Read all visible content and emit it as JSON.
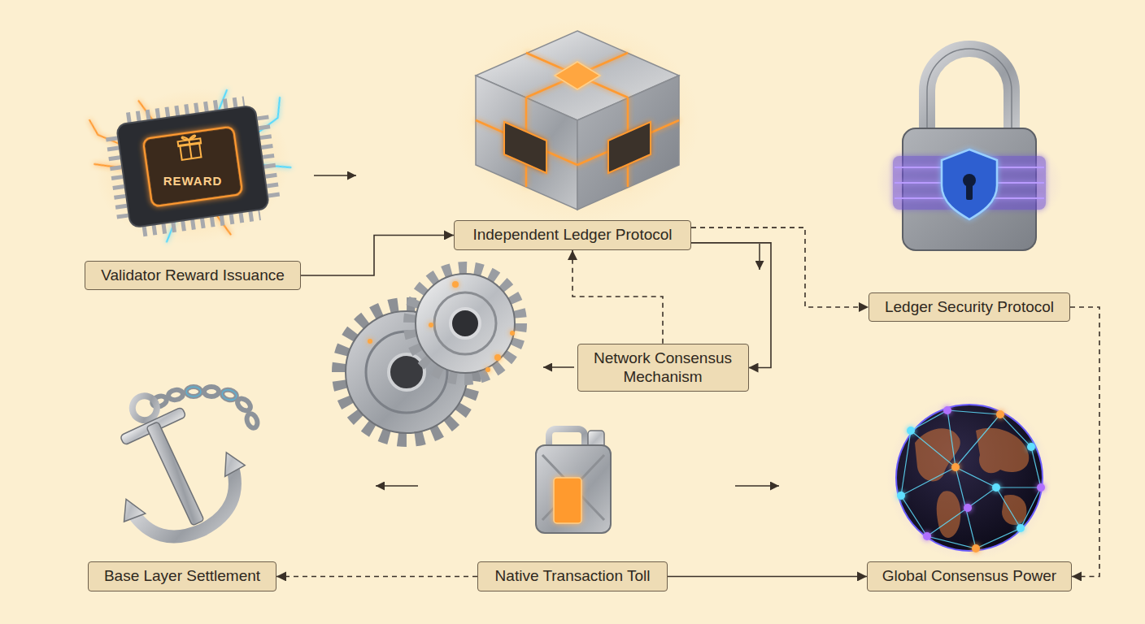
{
  "diagram": {
    "nodes": [
      {
        "text": [
          "Validator Reward Issuance"
        ]
      },
      {
        "text": [
          "Independent Ledger Protocol"
        ]
      },
      {
        "text": [
          "Ledger Security Protocol"
        ]
      },
      {
        "text": [
          "Network Consensus Mechanism"
        ]
      },
      {
        "text": [
          "Base Layer Settlement"
        ]
      },
      {
        "text": [
          "Native Transaction Toll"
        ]
      },
      {
        "text": [
          "Global Consensus Power"
        ]
      }
    ],
    "edges": [
      {
        "from": 0,
        "to": 1,
        "arrow": "to"
      },
      {
        "from": 1,
        "to": 2,
        "arrow": "to"
      },
      {
        "from": 1,
        "to": 3,
        "arrow": "to"
      },
      {
        "from": 3,
        "to": 1,
        "arrow": "to"
      },
      {
        "from": 2,
        "to": 6,
        "arrow": "to"
      },
      {
        "from": 5,
        "to": 4,
        "arrow": "to"
      },
      {
        "from": 5,
        "to": 6,
        "arrow": "to"
      }
    ],
    "labels": [
      "REWARD"
    ]
  }
}
